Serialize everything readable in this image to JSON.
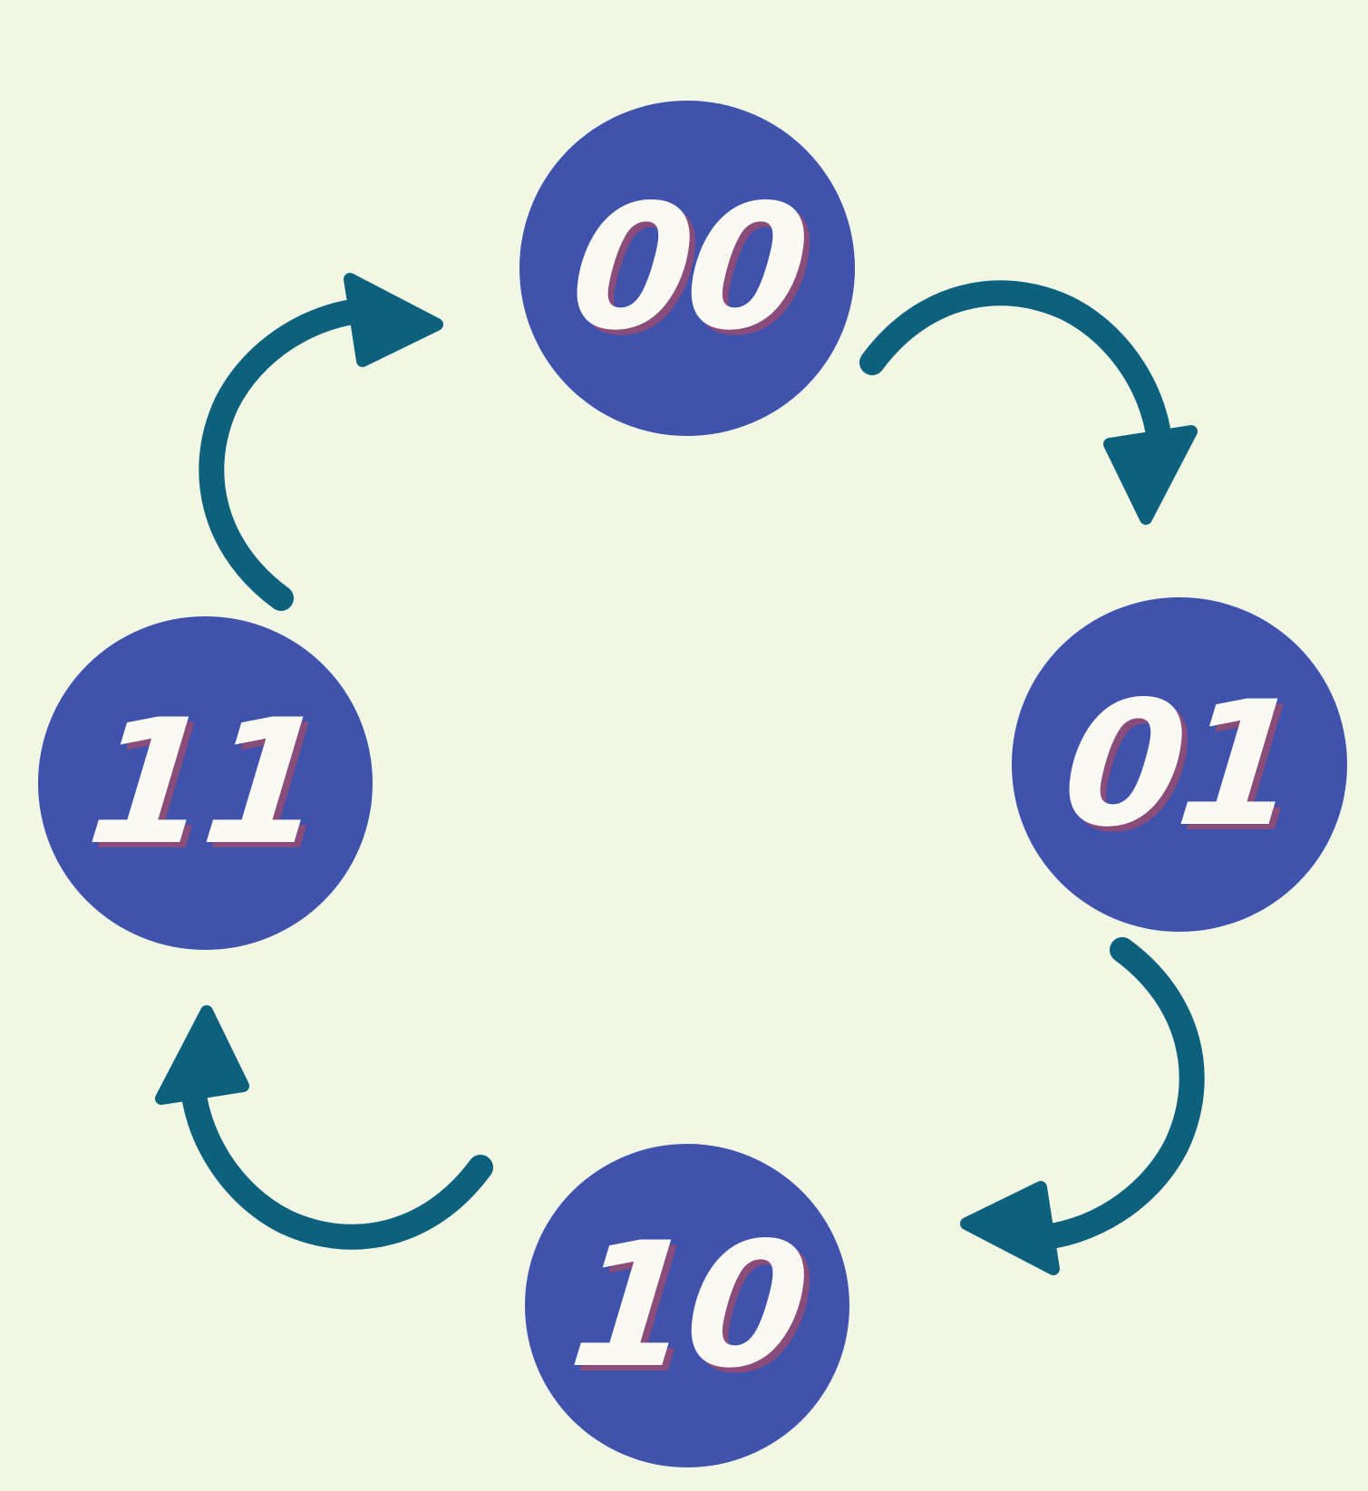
{
  "colors": {
    "background": "#f1f7e4",
    "node_fill": "#3f53ad",
    "arrow": "#0e617d",
    "label": "#fbfaf2",
    "label_shadow": "#8a4c7a"
  },
  "nodes": [
    {
      "label": "00"
    },
    {
      "label": "01"
    },
    {
      "label": "10"
    },
    {
      "label": "11"
    }
  ],
  "edges": [
    {
      "from": "00",
      "to": "01",
      "icon": "curved-arrow-icon"
    },
    {
      "from": "01",
      "to": "10",
      "icon": "curved-arrow-icon"
    },
    {
      "from": "10",
      "to": "11",
      "icon": "curved-arrow-icon"
    },
    {
      "from": "11",
      "to": "00",
      "icon": "curved-arrow-icon"
    }
  ]
}
